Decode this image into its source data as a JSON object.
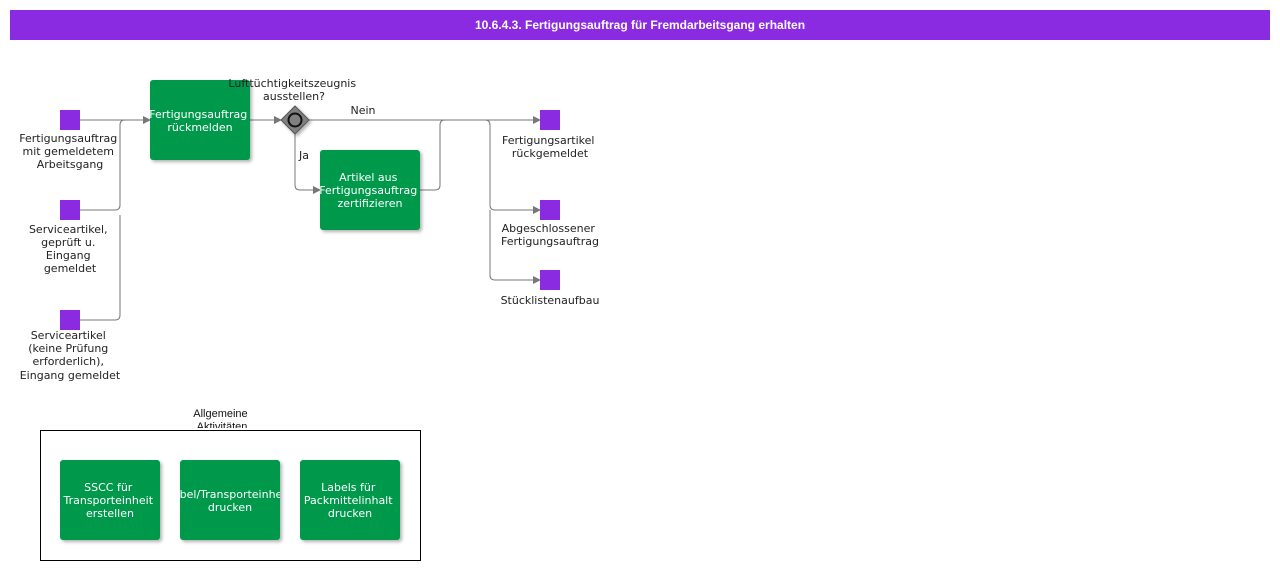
{
  "title": "10.6.4.3. Fertigungsauftrag für Fremdarbeitsgang erhalten",
  "colors": {
    "header": "#8a2be2",
    "event": "#8a2be2",
    "task": "#00994c",
    "gateway": "#808080",
    "line": "#777777"
  },
  "events": [
    {
      "label": [
        "Fertigungsauftrag",
        "mit gemeldetem",
        "Arbeitsgang"
      ]
    },
    {
      "label": [
        "Serviceartikel,",
        "geprüft u.",
        "Eingang",
        "gemeldet"
      ]
    },
    {
      "label": [
        "Serviceartikel",
        "(keine Prüfung",
        "erforderlich),",
        "Eingang gemeldet"
      ]
    },
    {
      "label": [
        "Fertigungsartikel",
        "rückgemeldet"
      ]
    },
    {
      "label": [
        "Abgeschlossener",
        "Fertigungsauftrag"
      ]
    },
    {
      "label": [
        "Stücklistenaufbau"
      ]
    }
  ],
  "tasks": [
    {
      "label": [
        "Fertigungsauftrag",
        "rückmelden"
      ]
    },
    {
      "label": [
        "Artikel aus",
        "Fertigungsauftrag",
        "zertifizieren"
      ]
    },
    {
      "label": [
        "SSCC für",
        "Transporteinheit",
        "erstellen"
      ]
    },
    {
      "label": [
        "Label/Transporteinheit",
        "drucken"
      ]
    },
    {
      "label": [
        "Labels für",
        "Packmittelinhalt",
        "drucken"
      ]
    }
  ],
  "gateway": {
    "label": [
      "Lufttüchtigkeitszeugnis",
      "ausstellen?"
    ]
  },
  "edge_labels": {
    "no": "Nein",
    "yes": "Ja"
  },
  "group": {
    "label": [
      "Allgemeine",
      "Aktivitäten"
    ]
  }
}
